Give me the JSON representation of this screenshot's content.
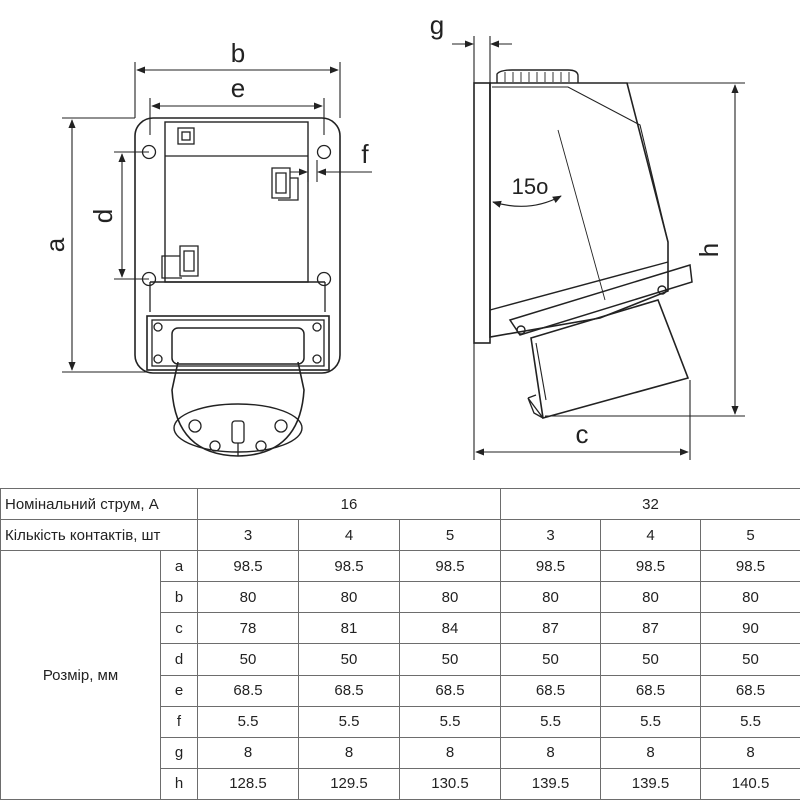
{
  "drawing": {
    "dimension_labels": {
      "a": "a",
      "b": "b",
      "c": "c",
      "d": "d",
      "e": "e",
      "f": "f",
      "g": "g",
      "h": "h"
    },
    "angle_label": "15o"
  },
  "table": {
    "row_current_label": "Номінальний струм, А",
    "row_contacts_label": "Кількість контактів, шт",
    "size_label": "Розмір, мм",
    "currents": [
      "16",
      "32"
    ],
    "contacts": [
      "3",
      "4",
      "5",
      "3",
      "4",
      "5"
    ],
    "rows": [
      {
        "key": "a",
        "values": [
          "98.5",
          "98.5",
          "98.5",
          "98.5",
          "98.5",
          "98.5"
        ]
      },
      {
        "key": "b",
        "values": [
          "80",
          "80",
          "80",
          "80",
          "80",
          "80"
        ]
      },
      {
        "key": "c",
        "values": [
          "78",
          "81",
          "84",
          "87",
          "87",
          "90"
        ]
      },
      {
        "key": "d",
        "values": [
          "50",
          "50",
          "50",
          "50",
          "50",
          "50"
        ]
      },
      {
        "key": "e",
        "values": [
          "68.5",
          "68.5",
          "68.5",
          "68.5",
          "68.5",
          "68.5"
        ]
      },
      {
        "key": "f",
        "values": [
          "5.5",
          "5.5",
          "5.5",
          "5.5",
          "5.5",
          "5.5"
        ]
      },
      {
        "key": "g",
        "values": [
          "8",
          "8",
          "8",
          "8",
          "8",
          "8"
        ]
      },
      {
        "key": "h",
        "values": [
          "128.5",
          "129.5",
          "130.5",
          "139.5",
          "139.5",
          "140.5"
        ]
      }
    ]
  }
}
